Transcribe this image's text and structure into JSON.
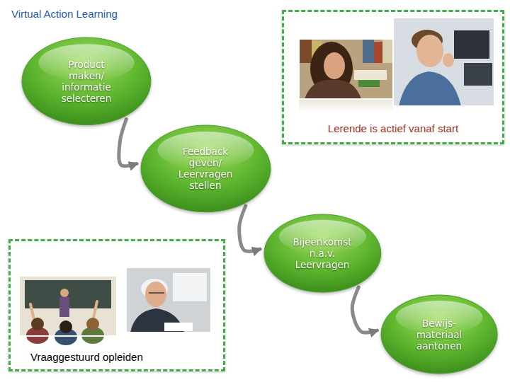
{
  "diagram": {
    "title": "Virtual Action Learning",
    "nodes": [
      {
        "text": [
          "Product maken/ informatie selecteren"
        ]
      },
      {
        "text": [
          "Lerende is actief vanaf start"
        ]
      },
      {
        "text": [
          "Feedback geven/ Leervragen stellen"
        ]
      },
      {
        "text": [
          "Bijeenkomst n.a.v. Leervragen"
        ]
      },
      {
        "text": [
          "Vraaggestuurd opleiden"
        ]
      },
      {
        "text": [
          "Bewijs-materiaal aantonen"
        ]
      }
    ],
    "edges": [
      {
        "from": 0,
        "to": 2,
        "arrow": "to"
      },
      {
        "from": 2,
        "to": 3,
        "arrow": "to"
      },
      {
        "from": 3,
        "to": 5,
        "arrow": "to"
      }
    ]
  }
}
